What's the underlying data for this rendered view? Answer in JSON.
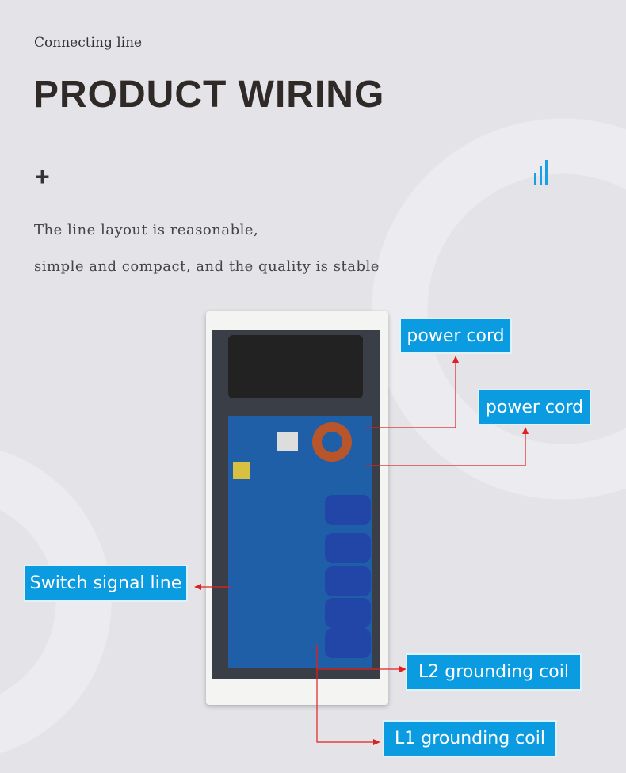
{
  "header": {
    "subtitle": "Connecting line",
    "title": "PRODUCT WIRING",
    "plus": "+"
  },
  "description": {
    "line1": "The line layout is reasonable,",
    "line2": "simple and compact, and the quality is stable"
  },
  "labels": {
    "power_cord_1": "power cord",
    "power_cord_2": "power cord",
    "switch_signal_line": "Switch signal line",
    "l2": "L2 grounding coil",
    "l1": "L1 grounding coil"
  },
  "colors": {
    "accent": "#0a9be0",
    "arrow": "#e02020"
  },
  "icons": {
    "bars": "signal-bars-icon"
  }
}
